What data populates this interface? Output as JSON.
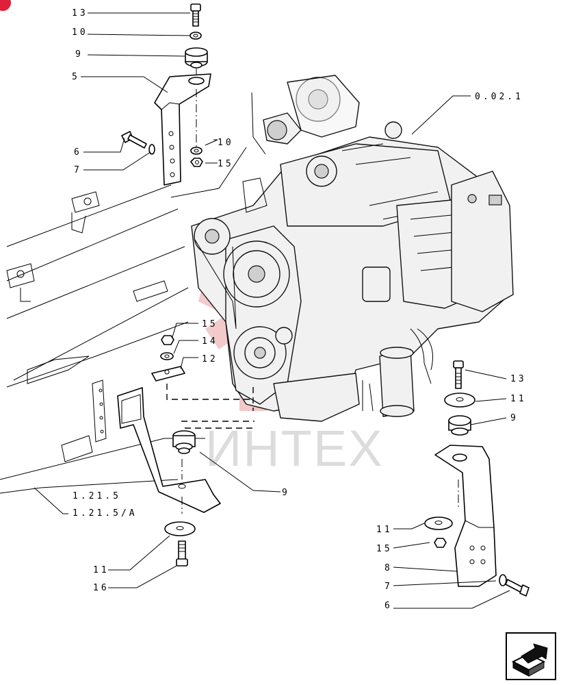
{
  "watermark": {
    "text": "ИНТЕХ",
    "color": "#d04040"
  },
  "corner_badge_color": "#e0203a",
  "callouts": [
    {
      "id": "c-13-top",
      "text": "13"
    },
    {
      "id": "c-10-top",
      "text": "10"
    },
    {
      "id": "c-9-top",
      "text": "9"
    },
    {
      "id": "c-5",
      "text": "5"
    },
    {
      "id": "c-6-left",
      "text": "6"
    },
    {
      "id": "c-7-left",
      "text": "7"
    },
    {
      "id": "c-10-mid",
      "text": "10"
    },
    {
      "id": "c-15-mid",
      "text": "15"
    },
    {
      "id": "c-15-center",
      "text": "15"
    },
    {
      "id": "c-14",
      "text": "14"
    },
    {
      "id": "c-12",
      "text": "12"
    },
    {
      "id": "c-9-center",
      "text": "9"
    },
    {
      "id": "c-11-bl",
      "text": "11"
    },
    {
      "id": "c-16",
      "text": "16"
    },
    {
      "id": "c-13-right",
      "text": "13"
    },
    {
      "id": "c-11-right",
      "text": "11"
    },
    {
      "id": "c-9-right",
      "text": "9"
    },
    {
      "id": "c-11-br",
      "text": "11"
    },
    {
      "id": "c-15-br",
      "text": "15"
    },
    {
      "id": "c-8",
      "text": "8"
    },
    {
      "id": "c-7-br",
      "text": "7"
    },
    {
      "id": "c-6-br",
      "text": "6"
    }
  ],
  "references": [
    {
      "id": "ref-engine",
      "text": "0.02.1"
    },
    {
      "id": "ref-frame-1",
      "text": "1.21.5"
    },
    {
      "id": "ref-frame-2",
      "text": "1.21.5/A"
    }
  ],
  "nav_icon": "next-page-arrow-icon"
}
